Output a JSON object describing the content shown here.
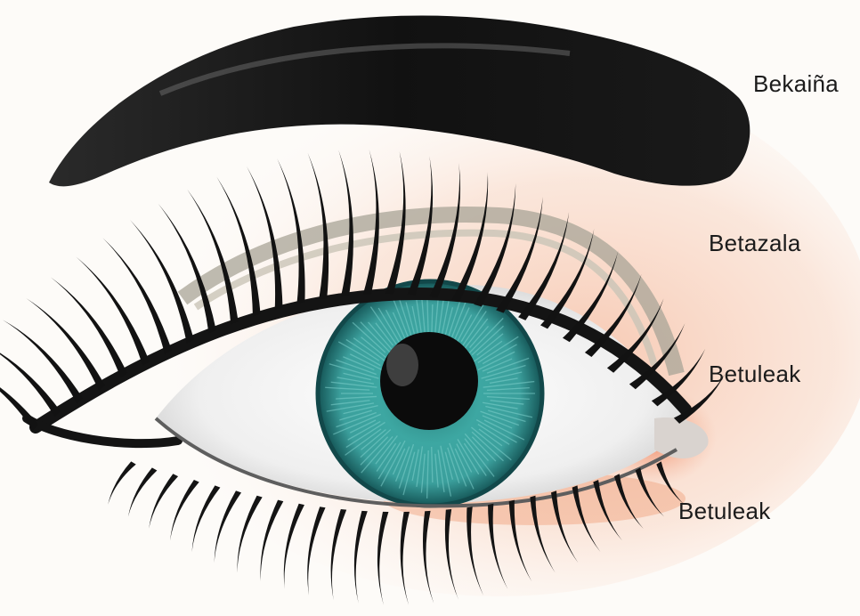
{
  "labels": {
    "eyebrow": "Bekaiña",
    "eyelid": "Betazala",
    "upper_lashes": "Betuleak",
    "lower_lashes": "Betuleak"
  },
  "colors": {
    "paper": "#fdfbf8",
    "skin_pink": "#f6c7b3",
    "skin_orange": "#ea7a4a",
    "brow_dark": "#141414",
    "iris_teal": "#3aa5a0",
    "iris_dark_ring": "#155a5b",
    "pupil": "#0b0b0b",
    "sclera": "#eeeeee",
    "lid_crease_grey": "#9a9a8e"
  }
}
